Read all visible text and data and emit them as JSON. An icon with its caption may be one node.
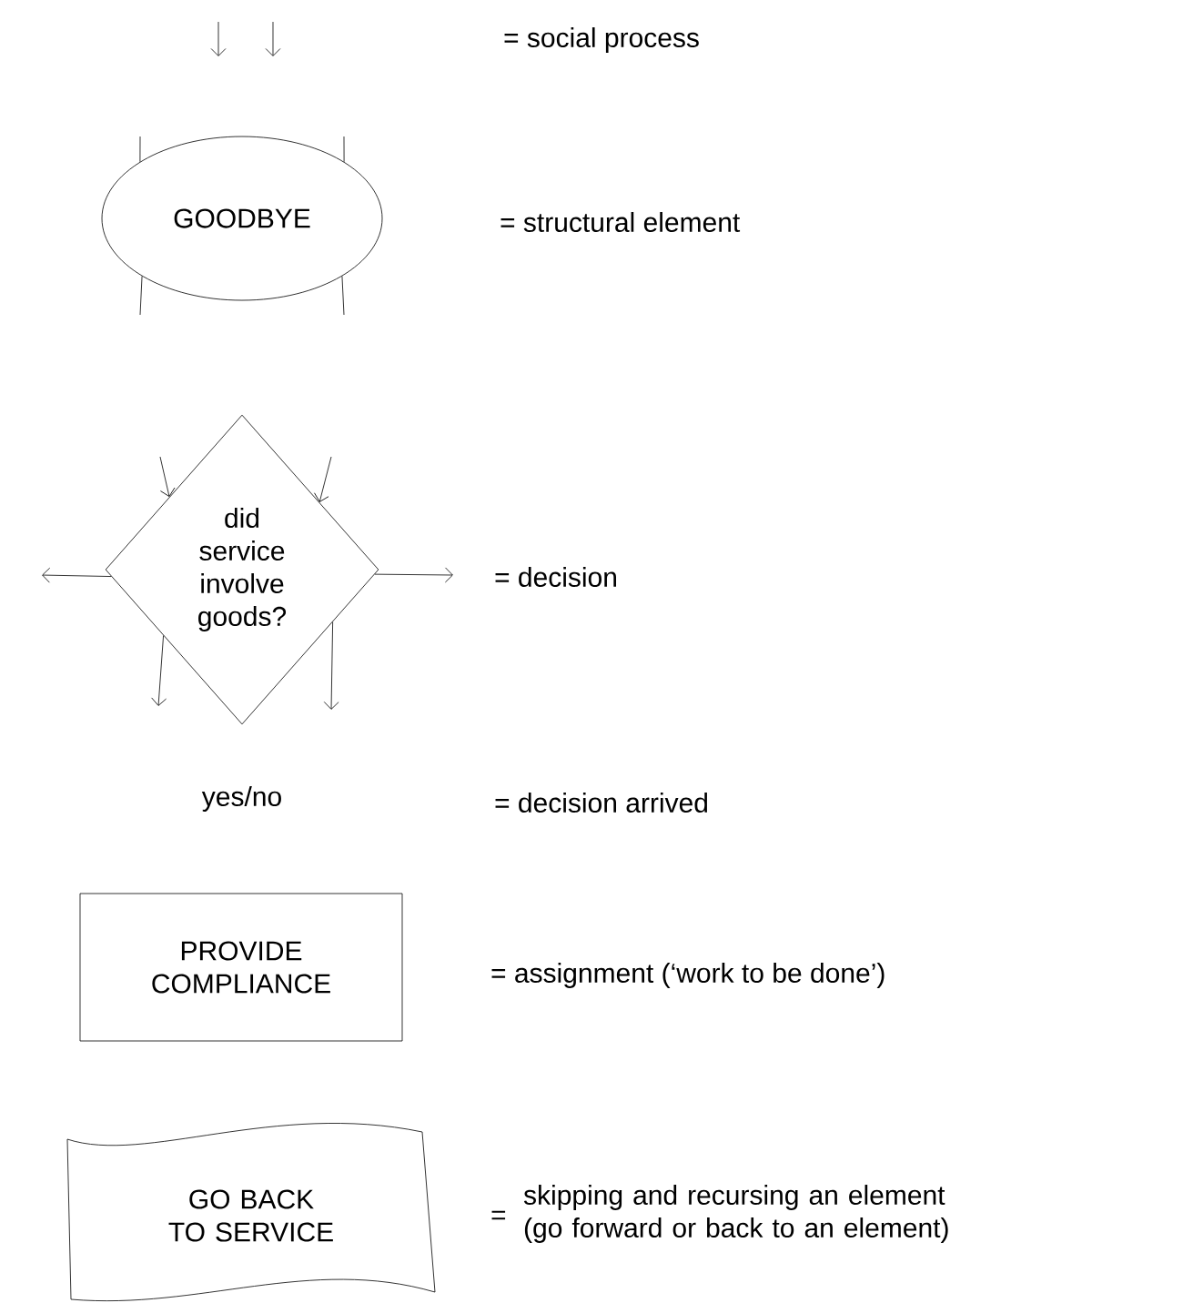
{
  "diagram": {
    "nodes": [
      {
        "text": [
          "GOODBYE"
        ]
      },
      {
        "text": [
          "did service involve goods?"
        ]
      },
      {
        "text": [
          "PROVIDE COMPLIANCE"
        ]
      },
      {
        "text": [
          "GO BACK TO SERVICE"
        ]
      }
    ],
    "edges": [
      {
        "from": 0,
        "to": null,
        "arrow": "none"
      },
      {
        "from": 0,
        "to": null,
        "arrow": "none"
      },
      {
        "from": 0,
        "to": null,
        "arrow": "none"
      },
      {
        "from": 0,
        "to": null,
        "arrow": "none"
      },
      {
        "from": null,
        "to": 1,
        "arrow": "to"
      },
      {
        "from": null,
        "to": 1,
        "arrow": "to"
      },
      {
        "from": 1,
        "to": null,
        "arrow": "to"
      },
      {
        "from": 1,
        "to": null,
        "arrow": "to"
      },
      {
        "from": 1,
        "to": null,
        "arrow": "to"
      },
      {
        "from": 1,
        "to": null,
        "arrow": "to"
      }
    ],
    "labels": [
      "= social process",
      "= structural element",
      "= decision",
      "yes/no",
      "= decision arrived",
      "= assignment (‘work to be done’)",
      "=",
      "skipping and recursing an element (go forward or back to an element)"
    ]
  }
}
